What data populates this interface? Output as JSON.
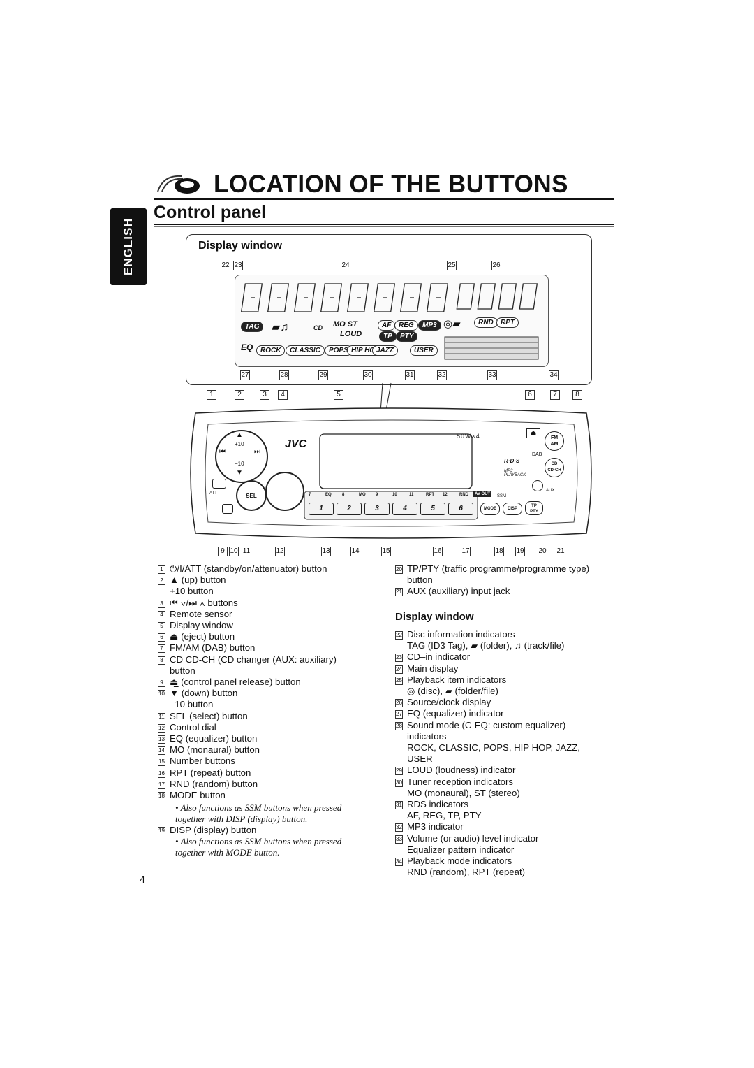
{
  "header": {
    "title": "LOCATION OF THE BUTTONS",
    "section": "Control panel",
    "language_tab": "ENGLISH"
  },
  "display_window": {
    "title": "Display window",
    "callouts_top": [
      "22",
      "23",
      "24",
      "25",
      "26"
    ],
    "callouts_bottom": [
      "27",
      "28",
      "29",
      "30",
      "31",
      "32",
      "33",
      "34"
    ],
    "indicators": {
      "tag": "TAG",
      "cd": "CD",
      "most": "MO ST",
      "loud": "LOUD",
      "af": "AF",
      "reg": "REG",
      "mp3": "MP3",
      "tp": "TP",
      "pty": "PTY",
      "rnd": "RND",
      "rpt": "RPT",
      "eq": "EQ",
      "modes": [
        "ROCK",
        "CLASSIC",
        "POPS",
        "HIP HOP",
        "JAZZ",
        "USER"
      ]
    }
  },
  "panel": {
    "callouts_top": [
      "1",
      "2",
      "3",
      "4",
      "5",
      "6",
      "7",
      "8"
    ],
    "callouts_bottom": [
      "9",
      "10",
      "11",
      "12",
      "13",
      "14",
      "15",
      "16",
      "17",
      "18",
      "19",
      "20",
      "21"
    ],
    "brand": "JVC",
    "power": "50W×4",
    "sel": "SEL",
    "att": "ATT",
    "plus10": "+10",
    "minus10": "−10",
    "fm_am": "FM\nAM",
    "dab": "DAB",
    "cd_ch": "CD\nCD-CH",
    "rds": "R·D·S",
    "mp3_playback": "MP3 PLAYBACK",
    "aux": "AUX",
    "ssm": "SSM",
    "lineout": "AV OUT",
    "strip_labels": [
      "7",
      "EQ",
      "8",
      "MO",
      "9",
      "10",
      "11",
      "RPT",
      "12",
      "RND"
    ],
    "number_buttons": [
      "1",
      "2",
      "3",
      "4",
      "5",
      "6"
    ],
    "mode": "MODE",
    "disp": "DISP",
    "tp_pty": "TP\nPTY"
  },
  "left_list": [
    {
      "n": "1",
      "t": "⏻/I/ATT (standby/on/attenuator) button"
    },
    {
      "n": "2",
      "t": "▲ (up) button"
    },
    {
      "n": "",
      "t": "+10 button"
    },
    {
      "n": "3",
      "t": "⏮ ∨/⏭ ∧ buttons"
    },
    {
      "n": "4",
      "t": "Remote sensor"
    },
    {
      "n": "5",
      "t": "Display window"
    },
    {
      "n": "6",
      "t": "⏏ (eject) button"
    },
    {
      "n": "7",
      "t": "FM/AM (DAB) button"
    },
    {
      "n": "8",
      "t": "CD CD-CH (CD changer (AUX: auxiliary)"
    },
    {
      "n": "",
      "t": "button"
    },
    {
      "n": "9",
      "t": "⏏̲ (control panel release) button"
    },
    {
      "n": "10",
      "t": "▼ (down) button"
    },
    {
      "n": "",
      "t": "–10 button"
    },
    {
      "n": "11",
      "t": "SEL (select) button"
    },
    {
      "n": "12",
      "t": "Control dial"
    },
    {
      "n": "13",
      "t": "EQ (equalizer) button"
    },
    {
      "n": "14",
      "t": "MO (monaural) button"
    },
    {
      "n": "15",
      "t": "Number buttons"
    },
    {
      "n": "16",
      "t": "RPT (repeat) button"
    },
    {
      "n": "17",
      "t": "RND (random) button"
    },
    {
      "n": "18",
      "t": "MODE button"
    }
  ],
  "note1": "• Also functions as SSM buttons when pressed together with DISP (display) button.",
  "item19": {
    "n": "19",
    "t": "DISP (display) button"
  },
  "note2": "• Also functions as SSM buttons when pressed together with MODE button.",
  "right_list_top": [
    {
      "n": "20",
      "t": "TP/PTY (traffic programme/programme type)"
    },
    {
      "n": "",
      "t": "button"
    },
    {
      "n": "21",
      "t": "AUX (auxiliary) input jack"
    }
  ],
  "right_head": "Display window",
  "right_list": [
    {
      "n": "22",
      "t": "Disc information indicators"
    },
    {
      "n": "",
      "t": "TAG (ID3 Tag), ▰ (folder), ♫ (track/file)"
    },
    {
      "n": "23",
      "t": "CD–in indicator"
    },
    {
      "n": "24",
      "t": "Main display"
    },
    {
      "n": "25",
      "t": "Playback item indicators"
    },
    {
      "n": "",
      "t": "◎ (disc), ▰ (folder/file)"
    },
    {
      "n": "26",
      "t": "Source/clock display"
    },
    {
      "n": "27",
      "t": "EQ (equalizer) indicator"
    },
    {
      "n": "28",
      "t": "Sound mode (C-EQ: custom equalizer)"
    },
    {
      "n": "",
      "t": "indicators"
    },
    {
      "n": "",
      "t": "ROCK, CLASSIC, POPS, HIP HOP, JAZZ,"
    },
    {
      "n": "",
      "t": "USER"
    },
    {
      "n": "29",
      "t": "LOUD (loudness) indicator"
    },
    {
      "n": "30",
      "t": "Tuner reception indicators"
    },
    {
      "n": "",
      "t": "MO (monaural), ST (stereo)"
    },
    {
      "n": "31",
      "t": "RDS indicators"
    },
    {
      "n": "",
      "t": "AF, REG, TP, PTY"
    },
    {
      "n": "32",
      "t": "MP3 indicator"
    },
    {
      "n": "33",
      "t": "Volume (or audio) level indicator"
    },
    {
      "n": "",
      "t": "Equalizer pattern indicator"
    },
    {
      "n": "34",
      "t": "Playback mode indicators"
    },
    {
      "n": "",
      "t": "RND (random), RPT (repeat)"
    }
  ],
  "page_number": "4"
}
